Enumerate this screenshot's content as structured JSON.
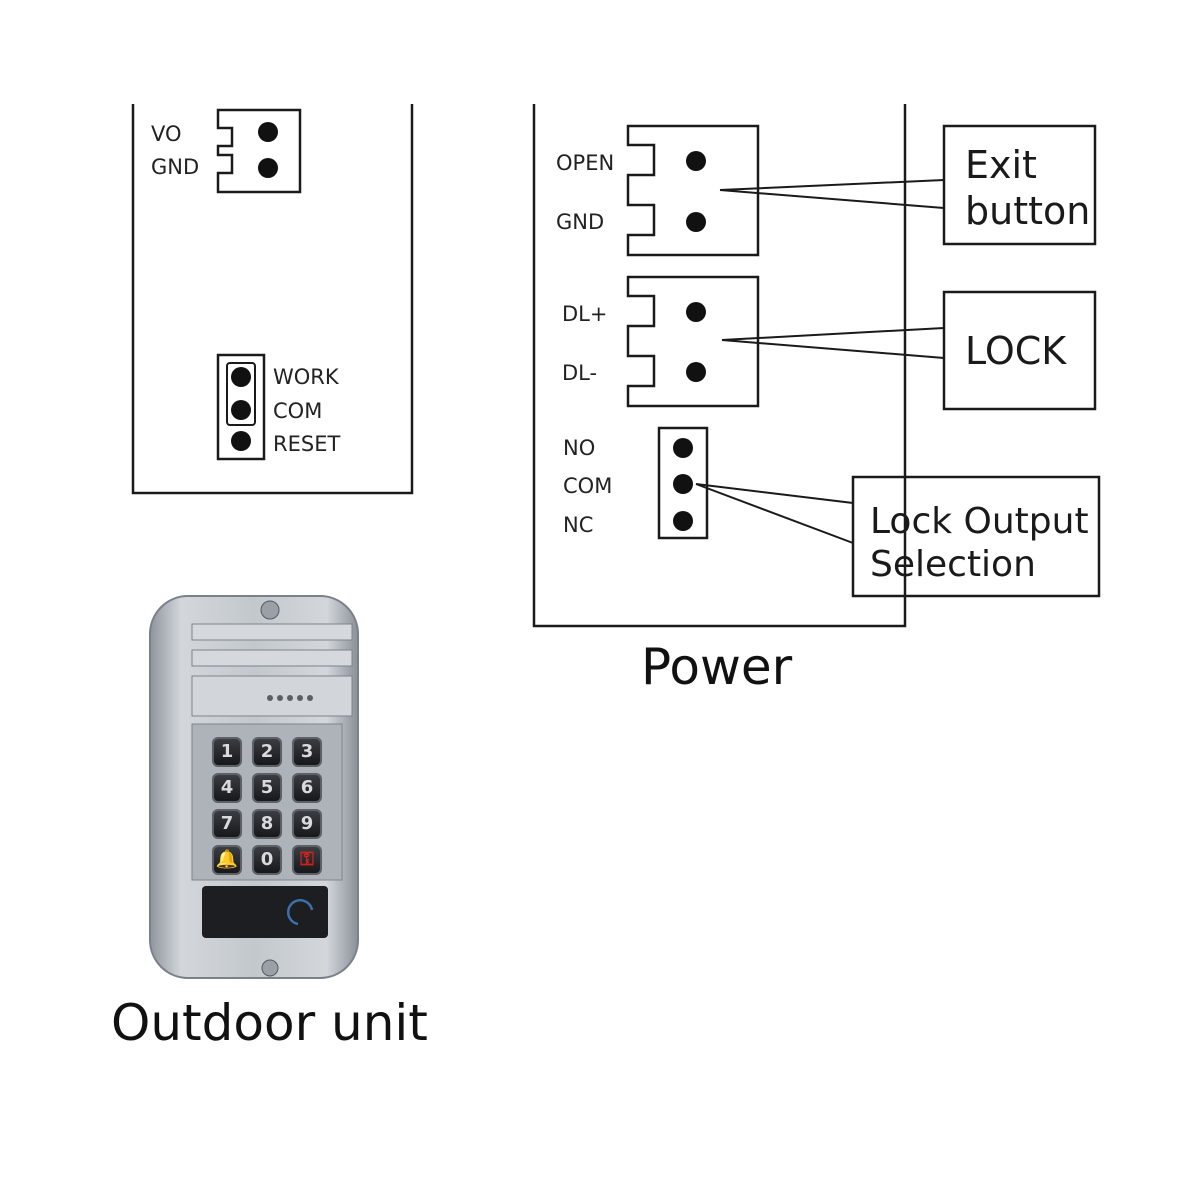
{
  "left_board": {
    "power_out_labels": [
      "VO",
      "GND"
    ],
    "jumper_labels": [
      "WORK",
      "COM",
      "RESET"
    ]
  },
  "right_board": {
    "exit_terminal_labels": [
      "OPEN",
      "GND"
    ],
    "lock_terminal_labels": [
      "DL+",
      "DL-"
    ],
    "output_jumper_labels": [
      "NO",
      "COM",
      "NC"
    ],
    "callouts": {
      "exit_button": "Exit\nbutton",
      "lock": "LOCK",
      "lock_output_selection": "Lock Output\nSelection"
    },
    "caption": "Power"
  },
  "outdoor_unit": {
    "caption": "Outdoor unit",
    "keypad": [
      "1",
      "2",
      "3",
      "4",
      "5",
      "6",
      "7",
      "8",
      "9",
      "bell",
      "0",
      "key"
    ],
    "body_color": "#b9bec4",
    "reader_color": "#1c1e21",
    "alert_key_color": "#d21f1f"
  }
}
